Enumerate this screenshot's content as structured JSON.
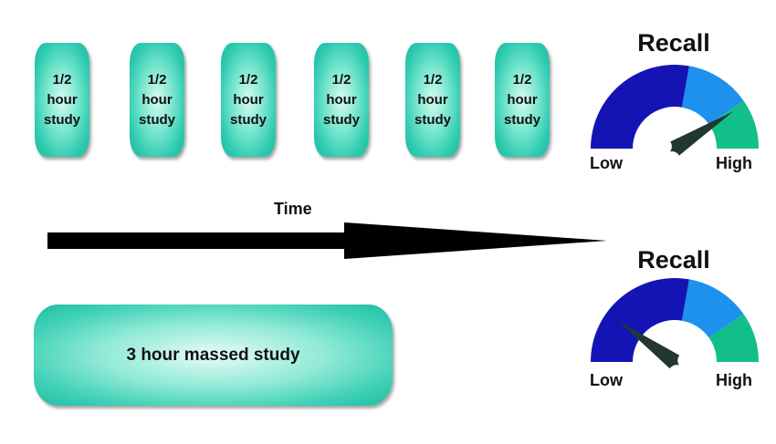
{
  "sessions": {
    "label_line1": "1/2",
    "label_line2": "hour",
    "label_line3": "study",
    "count": 6
  },
  "timeline": {
    "label": "Time"
  },
  "massed": {
    "label": "3 hour massed study"
  },
  "gauges": [
    {
      "title": "Recall",
      "low_label": "Low",
      "high_label": "High",
      "needle_level": 0.82
    },
    {
      "title": "Recall",
      "low_label": "Low",
      "high_label": "High",
      "needle_level": 0.2
    }
  ],
  "colors": {
    "session_fill": "#2ecbb0",
    "gauge_low_zone": "#1414b4",
    "gauge_mid_zone": "#1e90ee",
    "gauge_high_zone": "#12bf8a",
    "needle": "#22382f",
    "arrow": "#000000"
  }
}
